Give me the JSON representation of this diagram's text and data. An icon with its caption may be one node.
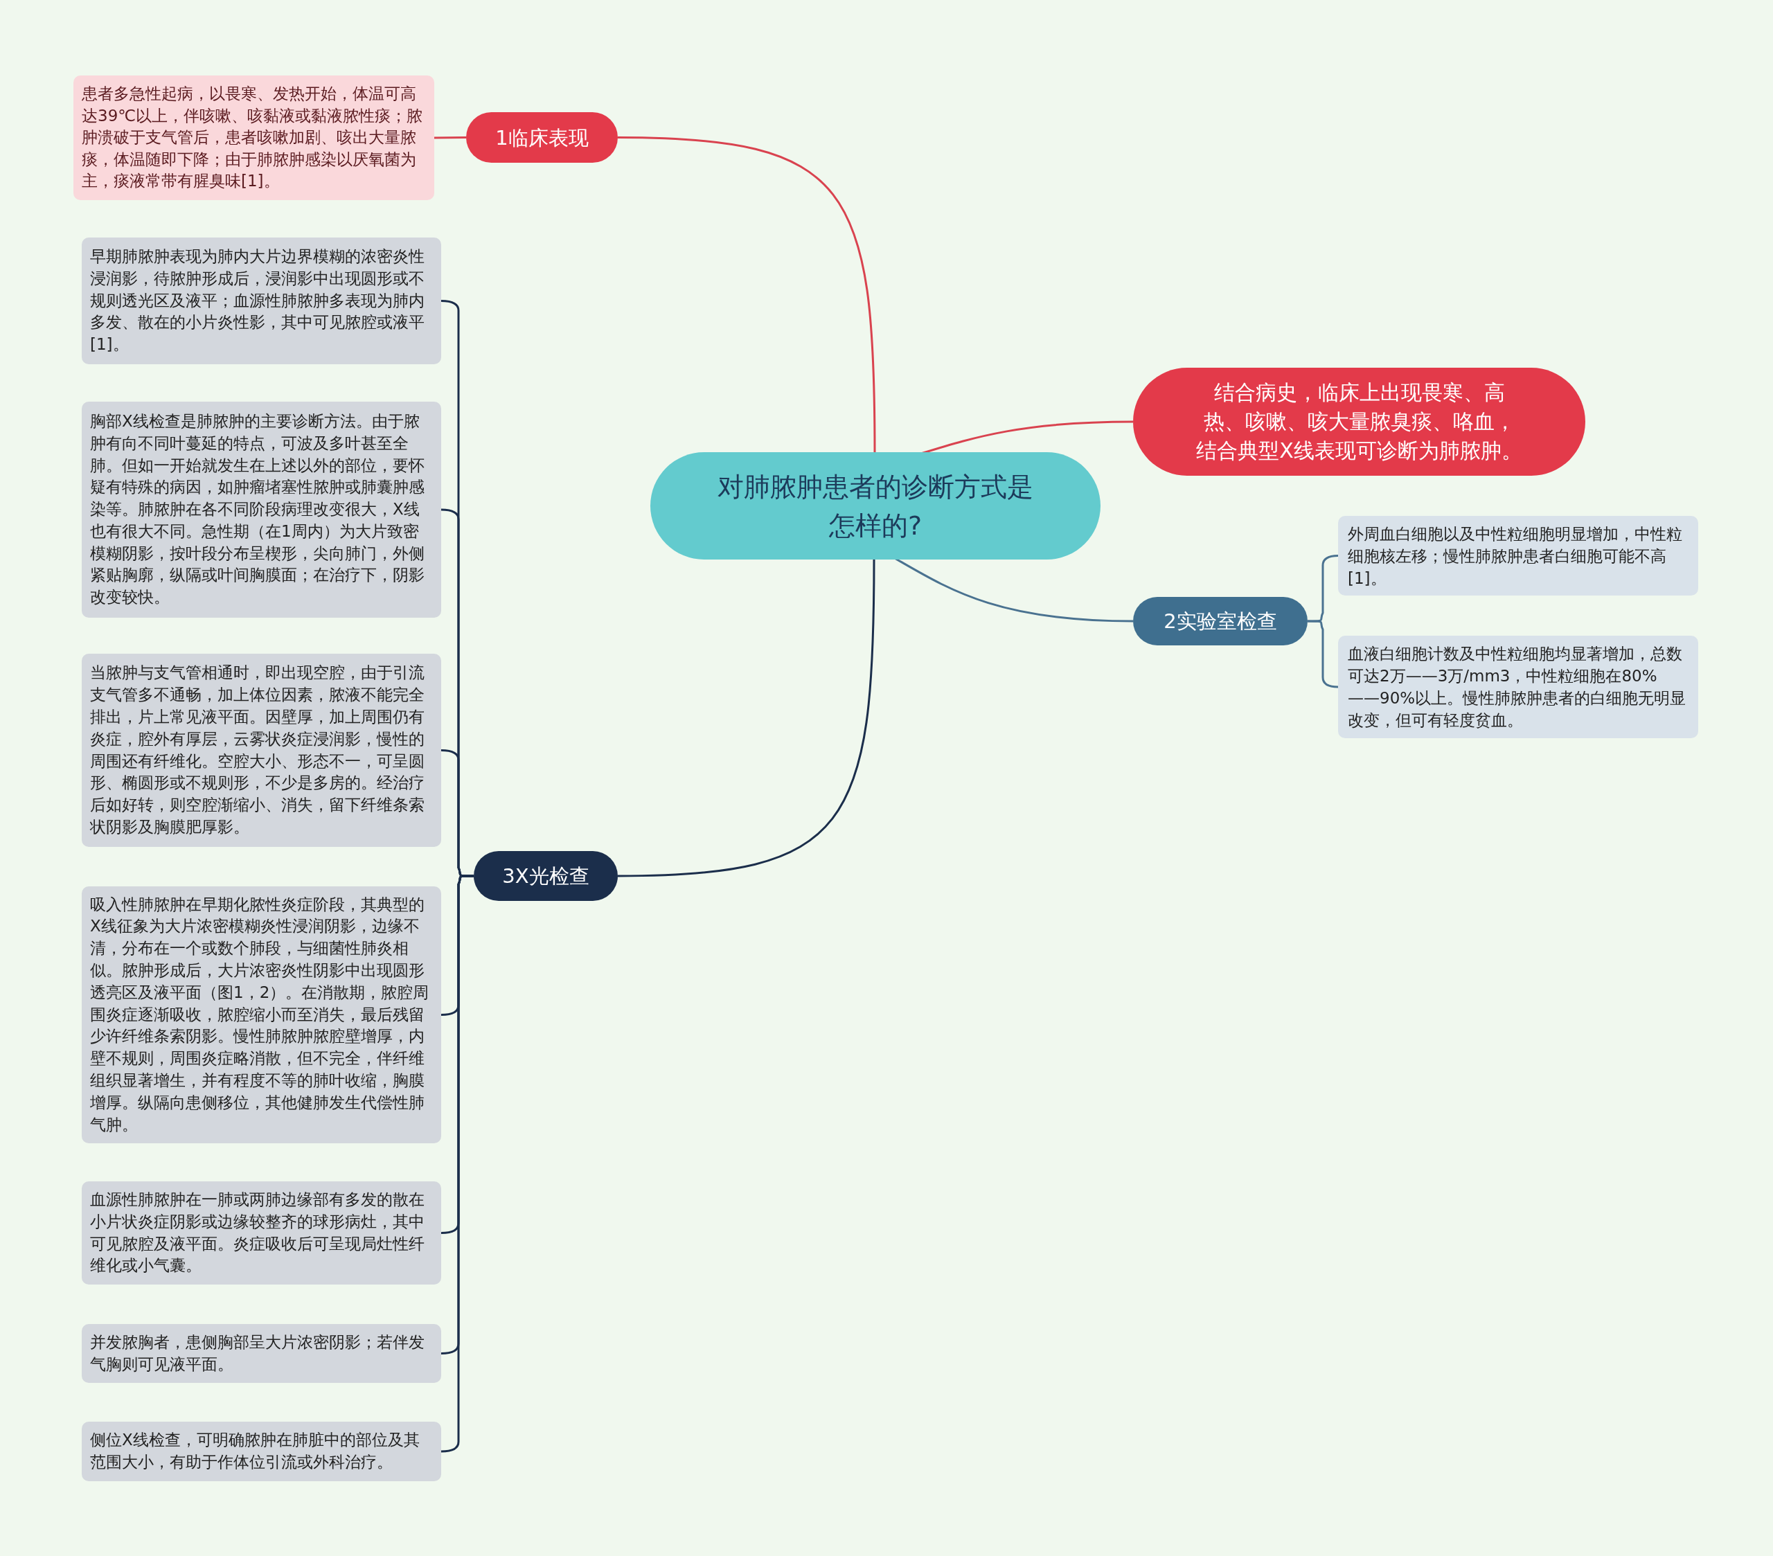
{
  "diagram": {
    "nodes": [
      {
        "text": [
          "对肺脓肿患者的诊断方式是怎样的?"
        ]
      },
      {
        "text": [
          "1临床表现"
        ]
      },
      {
        "text": [
          "患者多急性起病，以畏寒、发热开始，体温可高达39℃以上，伴咳嗽、咳黏液或黏液脓性痰；脓肿溃破于支气管后，患者咳嗽加剧、咳出大量脓痰，体温随即下降；由于肺脓肿感染以厌氧菌为主，痰液常带有腥臭味[1]。"
        ]
      },
      {
        "text": [
          "结合病史，临床上出现畏寒、高热、咳嗽、咳大量脓臭痰、咯血，结合典型X线表现可诊断为肺脓肿。"
        ]
      },
      {
        "text": [
          "2实验室检查"
        ]
      },
      {
        "text": [
          "外周血白细胞以及中性粒细胞明显增加，中性粒细胞核左移；慢性肺脓肿患者白细胞可能不高[1]。"
        ]
      },
      {
        "text": [
          "血液白细胞计数及中性粒细胞均显著增加，总数可达2万——3万/mm3，中性粒细胞在80%——90%以上。慢性肺脓肿患者的白细胞无明显改变，但可有轻度贫血。"
        ]
      },
      {
        "text": [
          "3X光检查"
        ]
      },
      {
        "text": [
          "早期肺脓肿表现为肺内大片边界模糊的浓密炎性浸润影，待脓肿形成后，浸润影中出现圆形或不规则透光区及液平；血源性肺脓肿多表现为肺内多发、散在的小片炎性影，其中可见脓腔或液平[1]。"
        ]
      },
      {
        "text": [
          "胸部X线检查是肺脓肿的主要诊断方法。由于脓肿有向不同叶蔓延的特点，可波及多叶甚至全肺。但如一开始就发生在上述以外的部位，要怀疑有特殊的病因，如肿瘤堵塞性脓肿或肺囊肿感染等。肺脓肿在各不同阶段病理改变很大，X线也有很大不同。急性期（在1周内）为大片致密模糊阴影，按叶段分布呈楔形，尖向肺门，外侧紧贴胸廓，纵隔或叶间胸膜面；在治疗下，阴影改变较快。"
        ]
      },
      {
        "text": [
          "当脓肿与支气管相通时，即出现空腔，由于引流支气管多不通畅，加上体位因素，脓液不能完全排出，片上常见液平面。因壁厚，加上周围仍有炎症，腔外有厚层，云雾状炎症浸润影，慢性的周围还有纤维化。空腔大小、形态不一，可呈圆形、椭圆形或不规则形，不少是多房的。经治疗后如好转，则空腔渐缩小、消失，留下纤维条索状阴影及胸膜肥厚影。"
        ]
      },
      {
        "text": [
          "吸入性肺脓肿在早期化脓性炎症阶段，其典型的X线征象为大片浓密模糊炎性浸润阴影，边缘不清，分布在一个或数个肺段，与细菌性肺炎相似。脓肿形成后，大片浓密炎性阴影中出现圆形透亮区及液平面（图1，2）。在消散期，脓腔周围炎症逐渐吸收，脓腔缩小而至消失，最后残留少许纤维条索阴影。慢性肺脓肿脓腔壁增厚，内壁不规则，周围炎症略消散，但不完全，伴纤维组织显著增生，并有程度不等的肺叶收缩，胸膜增厚。纵隔向患侧移位，其他健肺发生代偿性肺气肿。"
        ]
      },
      {
        "text": [
          "血源性肺脓肿在一肺或两肺边缘部有多发的散在小片状炎症阴影或边缘较整齐的球形病灶，其中可见脓腔及液平面。炎症吸收后可呈现局灶性纤维化或小气囊。"
        ]
      },
      {
        "text": [
          "并发脓胸者，患侧胸部呈大片浓密阴影；若伴发气胸则可见液平面。"
        ]
      },
      {
        "text": [
          "侧位X线检查，可明确脓肿在肺脏中的部位及其范围大小，有助于作体位引流或外科治疗。"
        ]
      }
    ],
    "edges": [
      {
        "from": 0,
        "to": 1,
        "arrow": "none",
        "color": "#d9434f"
      },
      {
        "from": 1,
        "to": 2,
        "arrow": "none",
        "color": "#d9434f"
      },
      {
        "from": 0,
        "to": 3,
        "arrow": "none",
        "color": "#d9434f"
      },
      {
        "from": 0,
        "to": 4,
        "arrow": "none",
        "color": "#4a7290"
      },
      {
        "from": 4,
        "to": 5,
        "arrow": "none",
        "color": "#4a7290"
      },
      {
        "from": 4,
        "to": 6,
        "arrow": "none",
        "color": "#4a7290"
      },
      {
        "from": 0,
        "to": 7,
        "arrow": "none"
      },
      {
        "from": 7,
        "to": 8,
        "arrow": "none"
      },
      {
        "from": 7,
        "to": 9,
        "arrow": "none"
      },
      {
        "from": 7,
        "to": 10,
        "arrow": "none"
      },
      {
        "from": 7,
        "to": 11,
        "arrow": "none"
      },
      {
        "from": 7,
        "to": 12,
        "arrow": "none"
      },
      {
        "from": 7,
        "to": 13,
        "arrow": "none"
      },
      {
        "from": 7,
        "to": 14,
        "arrow": "none"
      }
    ]
  }
}
